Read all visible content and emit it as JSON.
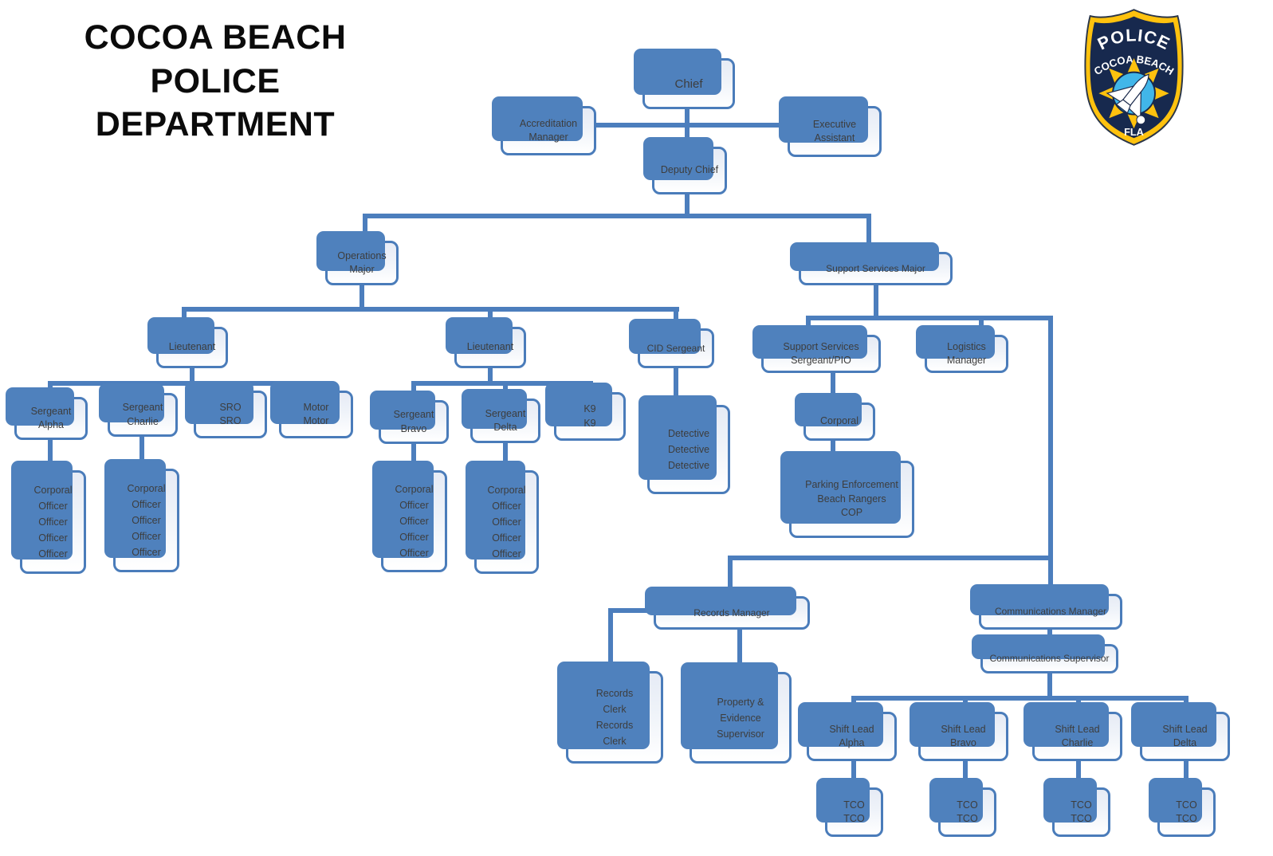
{
  "title": {
    "text": "COCOA BEACH\nPOLICE\nDEPARTMENT"
  },
  "badge": {
    "line1": "POLICE",
    "line2": "COCOA BEACH",
    "bottom": "FLA"
  },
  "colors": {
    "accent_blue": "#4f81bd",
    "box_border": "#4a7cba",
    "box_fill_top": "#e6ebf5",
    "badge_navy": "#17294e",
    "badge_yellow": "#ffc20e",
    "badge_light_blue": "#41b6e9"
  },
  "nodes": {
    "chief": {
      "label": "Chief"
    },
    "accreditation_manager": {
      "label": "Accreditation\nManager"
    },
    "executive_assistant": {
      "label": "Executive\nAssistant"
    },
    "deputy_chief": {
      "label": "Deputy Chief"
    },
    "operations_major": {
      "label": "Operations\nMajor"
    },
    "support_services_major": {
      "label": "Support Services Major"
    },
    "lieutenant_1": {
      "label": "Lieutenant"
    },
    "lieutenant_2": {
      "label": "Lieutenant"
    },
    "cid_sergeant": {
      "label": "CID Sergeant"
    },
    "support_services_sergeant_pio": {
      "label": "Support Services\nSergeant/PIO"
    },
    "logistics_manager": {
      "label": "Logistics\nManager"
    },
    "sergeant_alpha": {
      "label": "Sergeant\nAlpha"
    },
    "sergeant_charlie": {
      "label": "Sergeant\nCharlie"
    },
    "sro": {
      "label": "SRO\nSRO"
    },
    "motor": {
      "label": "Motor\nMotor"
    },
    "sergeant_bravo": {
      "label": "Sergeant\nBravo"
    },
    "sergeant_delta": {
      "label": "Sergeant\nDelta"
    },
    "k9": {
      "label": "K9\nK9"
    },
    "detectives": {
      "label": "Detective\nDetective\nDetective"
    },
    "support_corporal": {
      "label": "Corporal"
    },
    "parking_enforcement": {
      "label": "Parking Enforcement\nBeach Rangers\nCOP"
    },
    "squad_alpha": {
      "label": "Corporal\nOfficer\nOfficer\nOfficer\nOfficer"
    },
    "squad_charlie": {
      "label": "Corporal\nOfficer\nOfficer\nOfficer\nOfficer"
    },
    "squad_bravo": {
      "label": "Corporal\nOfficer\nOfficer\nOfficer\nOfficer"
    },
    "squad_delta": {
      "label": "Corporal\nOfficer\nOfficer\nOfficer\nOfficer"
    },
    "records_manager": {
      "label": "Records Manager"
    },
    "records_clerks": {
      "label": "Records\nClerk\nRecords\nClerk"
    },
    "property_evidence_supervisor": {
      "label": "Property &\nEvidence\nSupervisor"
    },
    "communications_manager": {
      "label": "Communications Manager"
    },
    "communications_supervisor": {
      "label": "Communications Supervisor"
    },
    "shift_lead_alpha": {
      "label": "Shift Lead\nAlpha"
    },
    "shift_lead_bravo": {
      "label": "Shift Lead\nBravo"
    },
    "shift_lead_charlie": {
      "label": "Shift Lead\nCharlie"
    },
    "shift_lead_delta": {
      "label": "Shift Lead\nDelta"
    },
    "tco_alpha": {
      "label": "TCO\nTCO"
    },
    "tco_bravo": {
      "label": "TCO\nTCO"
    },
    "tco_charlie": {
      "label": "TCO\nTCO"
    },
    "tco_delta": {
      "label": "TCO\nTCO"
    }
  }
}
